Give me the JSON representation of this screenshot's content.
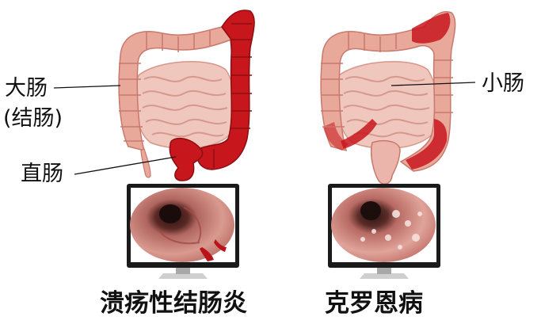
{
  "labels": {
    "large_intestine": "大肠",
    "colon_paren": "(结肠)",
    "rectum": "直肠",
    "small_intestine": "小肠"
  },
  "captions": {
    "left": "溃疡性结肠炎",
    "right": "克罗恩病"
  },
  "colors": {
    "healthy_tissue": "#e8a89a",
    "inflamed_tissue": "#c8161d",
    "small_intestine": "#f0c7bd",
    "monitor_frame": "#1a1a1a"
  }
}
